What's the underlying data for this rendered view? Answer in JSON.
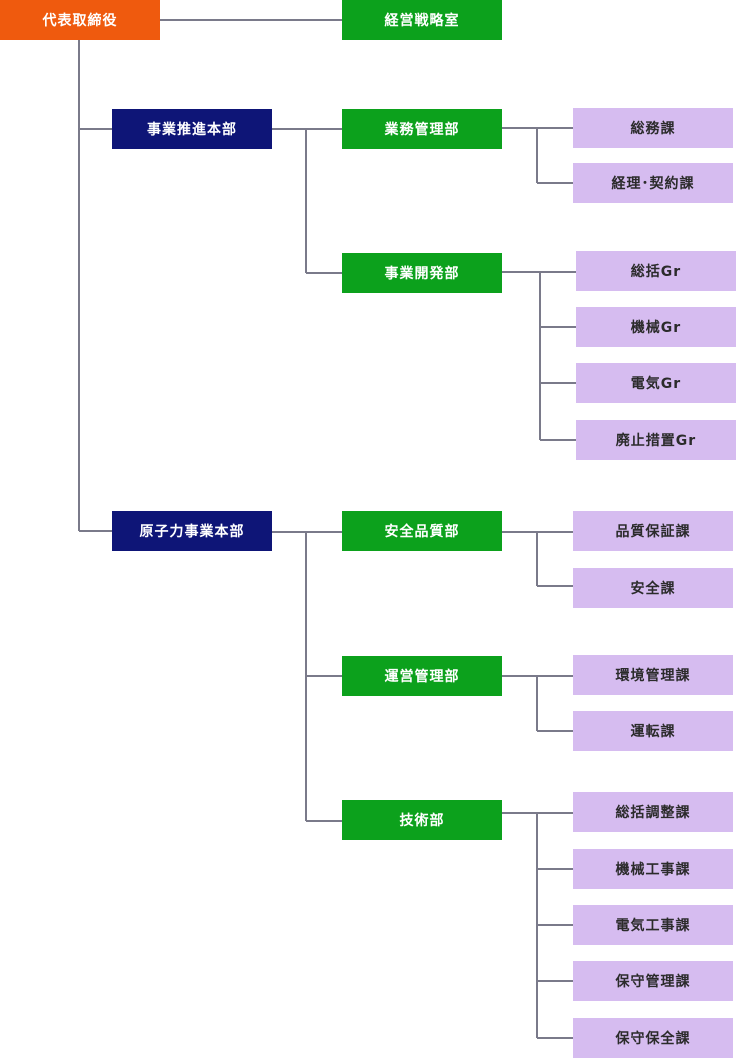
{
  "colors": {
    "ceo": "#ef5a0e",
    "division": "#0e1577",
    "department": "#0ca11c",
    "section": "#d6bcf0",
    "line": "#7a7a8a"
  },
  "org": {
    "ceo": "代表取締役",
    "strategy_office": "経営戦略室",
    "div_business": {
      "label": "事業推進本部",
      "dept_admin": {
        "label": "業務管理部",
        "sections": [
          "総務課",
          "経理･契約課"
        ]
      },
      "dept_devel": {
        "label": "事業開発部",
        "sections": [
          "総括Gr",
          "機械Gr",
          "電気Gr",
          "廃止措置Gr"
        ]
      }
    },
    "div_nuclear": {
      "label": "原子力事業本部",
      "dept_safety": {
        "label": "安全品質部",
        "sections": [
          "品質保証課",
          "安全課"
        ]
      },
      "dept_ops": {
        "label": "運営管理部",
        "sections": [
          "環境管理課",
          "運転課"
        ]
      },
      "dept_tech": {
        "label": "技術部",
        "sections": [
          "総括調整課",
          "機械工事課",
          "電気工事課",
          "保守管理課",
          "保守保全課"
        ]
      }
    }
  }
}
